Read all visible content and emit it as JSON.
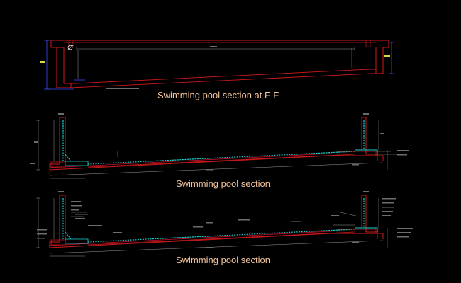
{
  "drawing": {
    "background": "#000000",
    "colors": {
      "wall": "#d11a1a",
      "slab": "#c8102e",
      "concrete": "#19d3d3",
      "dimension": "#9a9a9a",
      "title": "#f2c49a",
      "dim_blue": "#3a4cff"
    },
    "sections": [
      {
        "title": "Swimming pool section at F-F"
      },
      {
        "title": "Swimming pool section"
      },
      {
        "title": "Swimming pool section"
      }
    ]
  }
}
